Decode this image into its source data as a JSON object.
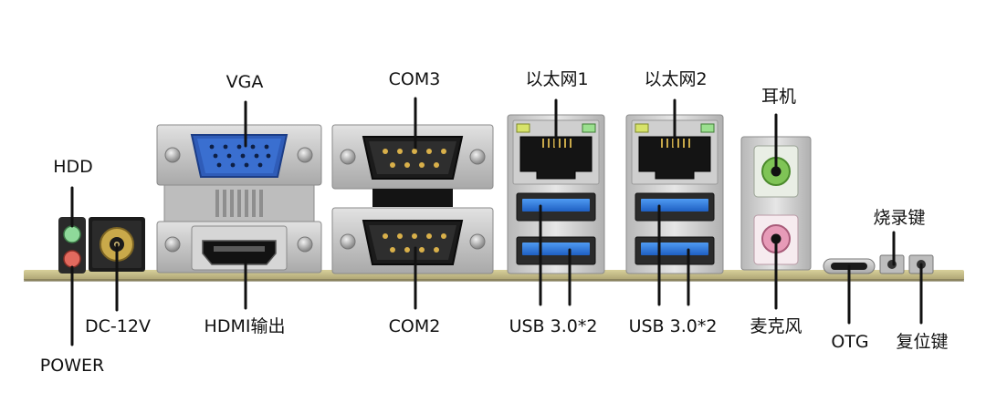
{
  "colors": {
    "background": "#ffffff",
    "pcb": "#c9c18d",
    "metal": "#c8c8c8",
    "metal_dark": "#9a9a9a",
    "port_black": "#161616",
    "vga_blue": "#3a6fd0",
    "usb_blue": "#2f7fe0",
    "audio_green": "#7fc456",
    "audio_pink": "#e79bb8",
    "led_green": "#8fd99a",
    "led_red": "#e26a5e",
    "callout_line": "#111111"
  },
  "labels": {
    "hdd": "HDD",
    "power": "POWER",
    "dc": "DC-12V",
    "vga": "VGA",
    "hdmi": "HDMI输出",
    "com3": "COM3",
    "com2": "COM2",
    "eth1": "以太网1",
    "eth2": "以太网2",
    "usb_left": "USB 3.0*2",
    "usb_right": "USB 3.0*2",
    "headphone": "耳机",
    "mic": "麦克风",
    "burn_key": "烧录键",
    "otg": "OTG",
    "reset_key": "复位键"
  },
  "icons": {
    "vga_port": "vga-connector-icon",
    "hdmi_port": "hdmi-connector-icon",
    "serial_port": "db9-connector-icon",
    "ethernet_port": "rj45-connector-icon",
    "usb_port": "usb-a-connector-icon",
    "audio_jack": "audio-jack-icon",
    "usb_c_port": "usb-c-connector-icon",
    "dc_jack": "dc-barrel-jack-icon",
    "led": "led-indicator-icon",
    "tact_button": "tact-button-icon"
  }
}
